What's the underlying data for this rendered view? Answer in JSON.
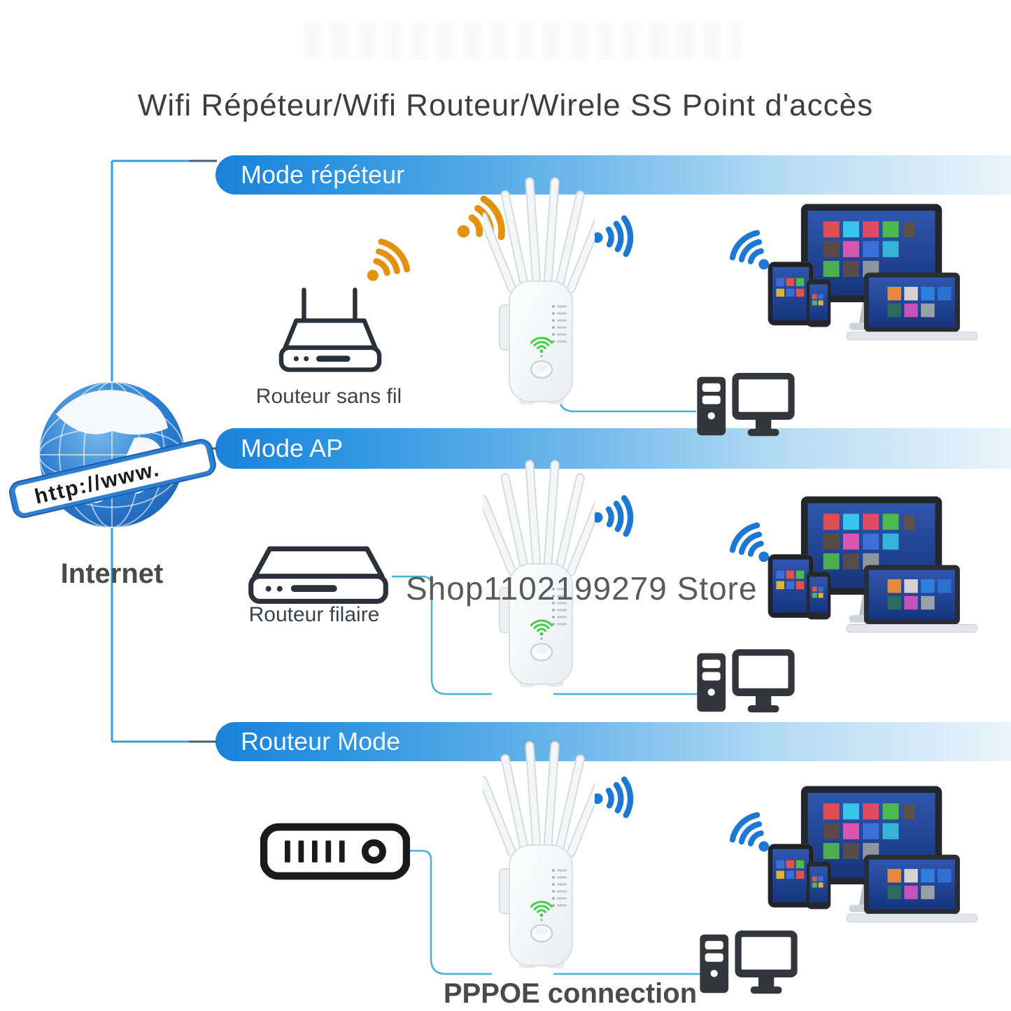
{
  "title": "Wifi Répéteur/Wifi Routeur/Wirele SS Point d'accès",
  "watermark": "Shop1102199279 Store",
  "internet": {
    "label": "Internet",
    "ribbon_text": "http://www."
  },
  "sections": [
    {
      "banner": "Mode répéteur",
      "device_label": "Routeur sans fil"
    },
    {
      "banner": "Mode AP",
      "device_label": "Routeur filaire"
    },
    {
      "banner": "Routeur Mode",
      "device_label": "PPPOE connection"
    }
  ],
  "colors": {
    "banner_blue": "#1a82da",
    "wifi_orange": "#e2920e",
    "wifi_blue": "#1c78d2",
    "line_blue": "#3a9bd5",
    "cable_teal": "#49b0d9",
    "led_green": "#41cf49",
    "stub_dark": "#4a5f6e",
    "text_dark": "#3f4246"
  }
}
